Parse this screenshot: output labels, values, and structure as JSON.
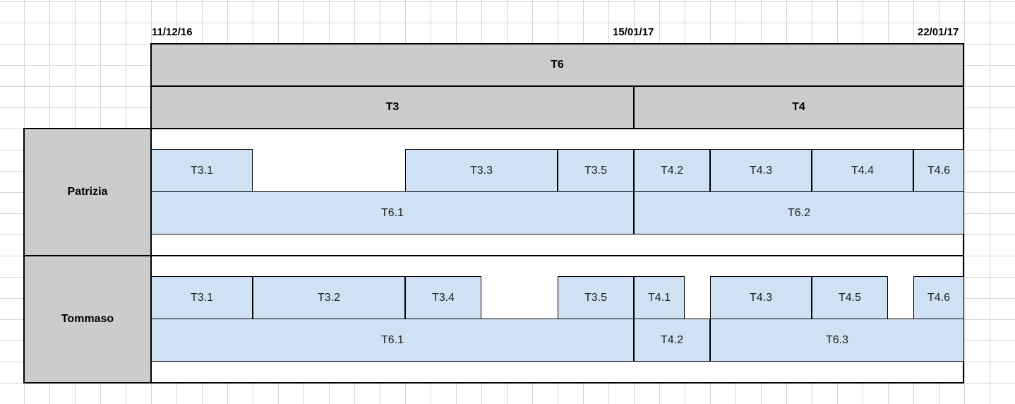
{
  "dates": [
    "11/12/16",
    "15/01/17",
    "22/01/17"
  ],
  "headers": {
    "top": "T6",
    "left": "T3",
    "right": "T4"
  },
  "people": [
    {
      "name": "Patrizia",
      "row1": [
        "T3.1",
        "T3.3",
        "T3.5",
        "T4.2",
        "T4.3",
        "T4.4",
        "T4.6"
      ],
      "row2": [
        "T6.1",
        "T6.2"
      ]
    },
    {
      "name": "Tommaso",
      "row1": [
        "T3.1",
        "T3.2",
        "T3.4",
        "T3.5",
        "T4.1",
        "T4.3",
        "T4.5",
        "T4.6"
      ],
      "row2": [
        "T6.1",
        "T4.2",
        "T6.3"
      ]
    }
  ],
  "colors": {
    "header_fill": "#cccccc",
    "task_fill": "#cfe2f3",
    "grid_line": "#d4d4d4",
    "border": "#000000"
  }
}
